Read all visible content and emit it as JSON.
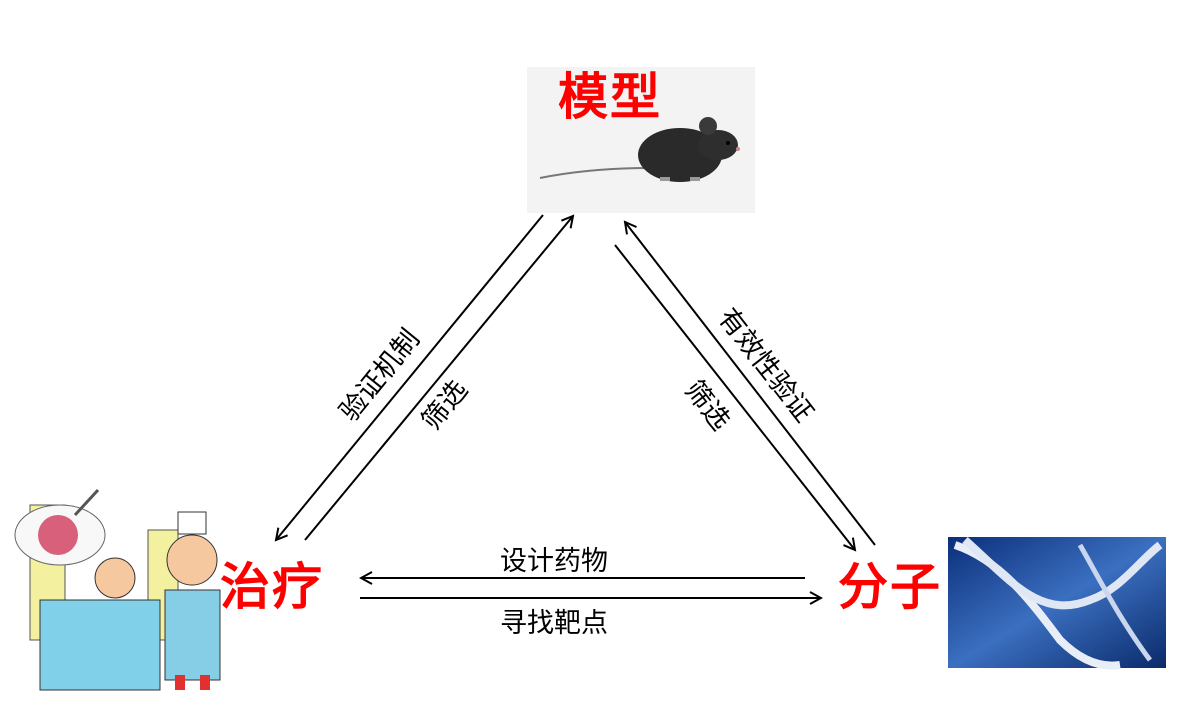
{
  "nodes": {
    "model": {
      "label": "模型",
      "image": "mouse-image"
    },
    "therapy": {
      "label": "治疗",
      "image": "doctor-patient-cartoon"
    },
    "molecule": {
      "label": "分子",
      "image": "dna-image"
    }
  },
  "edges": {
    "model_to_therapy": "验证机制",
    "therapy_to_model": "筛选",
    "model_to_molecule": "筛选",
    "molecule_to_model": "有效性验证",
    "molecule_to_therapy": "设计药物",
    "therapy_to_molecule": "寻找靶点"
  },
  "colors": {
    "node_label": "#ff0000",
    "arrow": "#000000"
  }
}
